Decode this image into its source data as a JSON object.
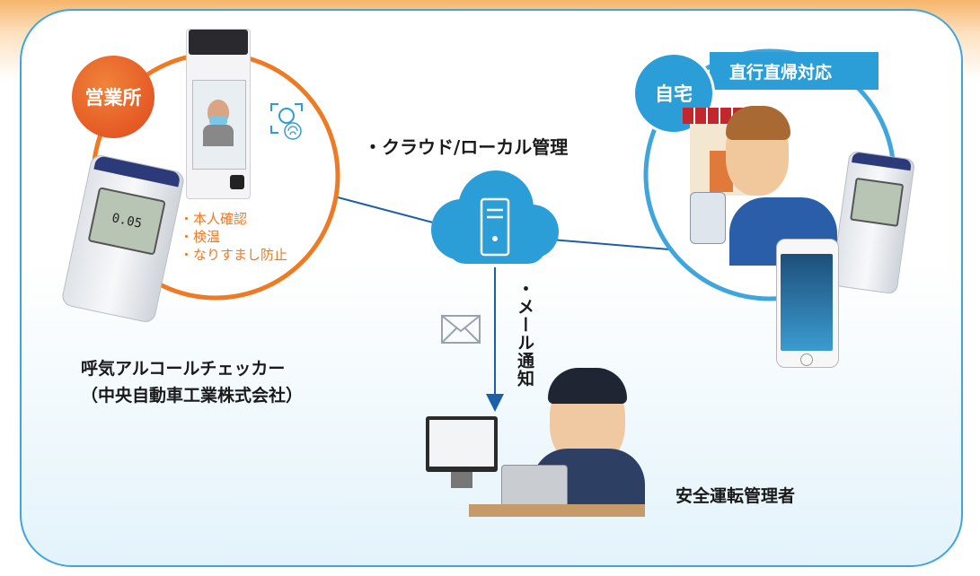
{
  "office": {
    "badge": "営業所",
    "bullets": [
      "・本人確認",
      "・検温",
      "・なりすまし防止"
    ]
  },
  "home": {
    "badge": "自宅",
    "banner": "直行直帰対応"
  },
  "cloud": {
    "label": "・クラウド/ローカル管理"
  },
  "mail": {
    "label": "・メール通知"
  },
  "device": {
    "line1": "呼気アルコールチェッカー",
    "line2": "（中央自動車工業株式会社）"
  },
  "manager": {
    "label": "安全運転管理者"
  },
  "colors": {
    "frame": "#3ea6dd",
    "office_ring": "#ee7a24",
    "office_badge": "#e8541f",
    "home_ring": "#3ea6dd",
    "cloud": "#2b9ed8",
    "arrow": "#1c5fa8"
  }
}
